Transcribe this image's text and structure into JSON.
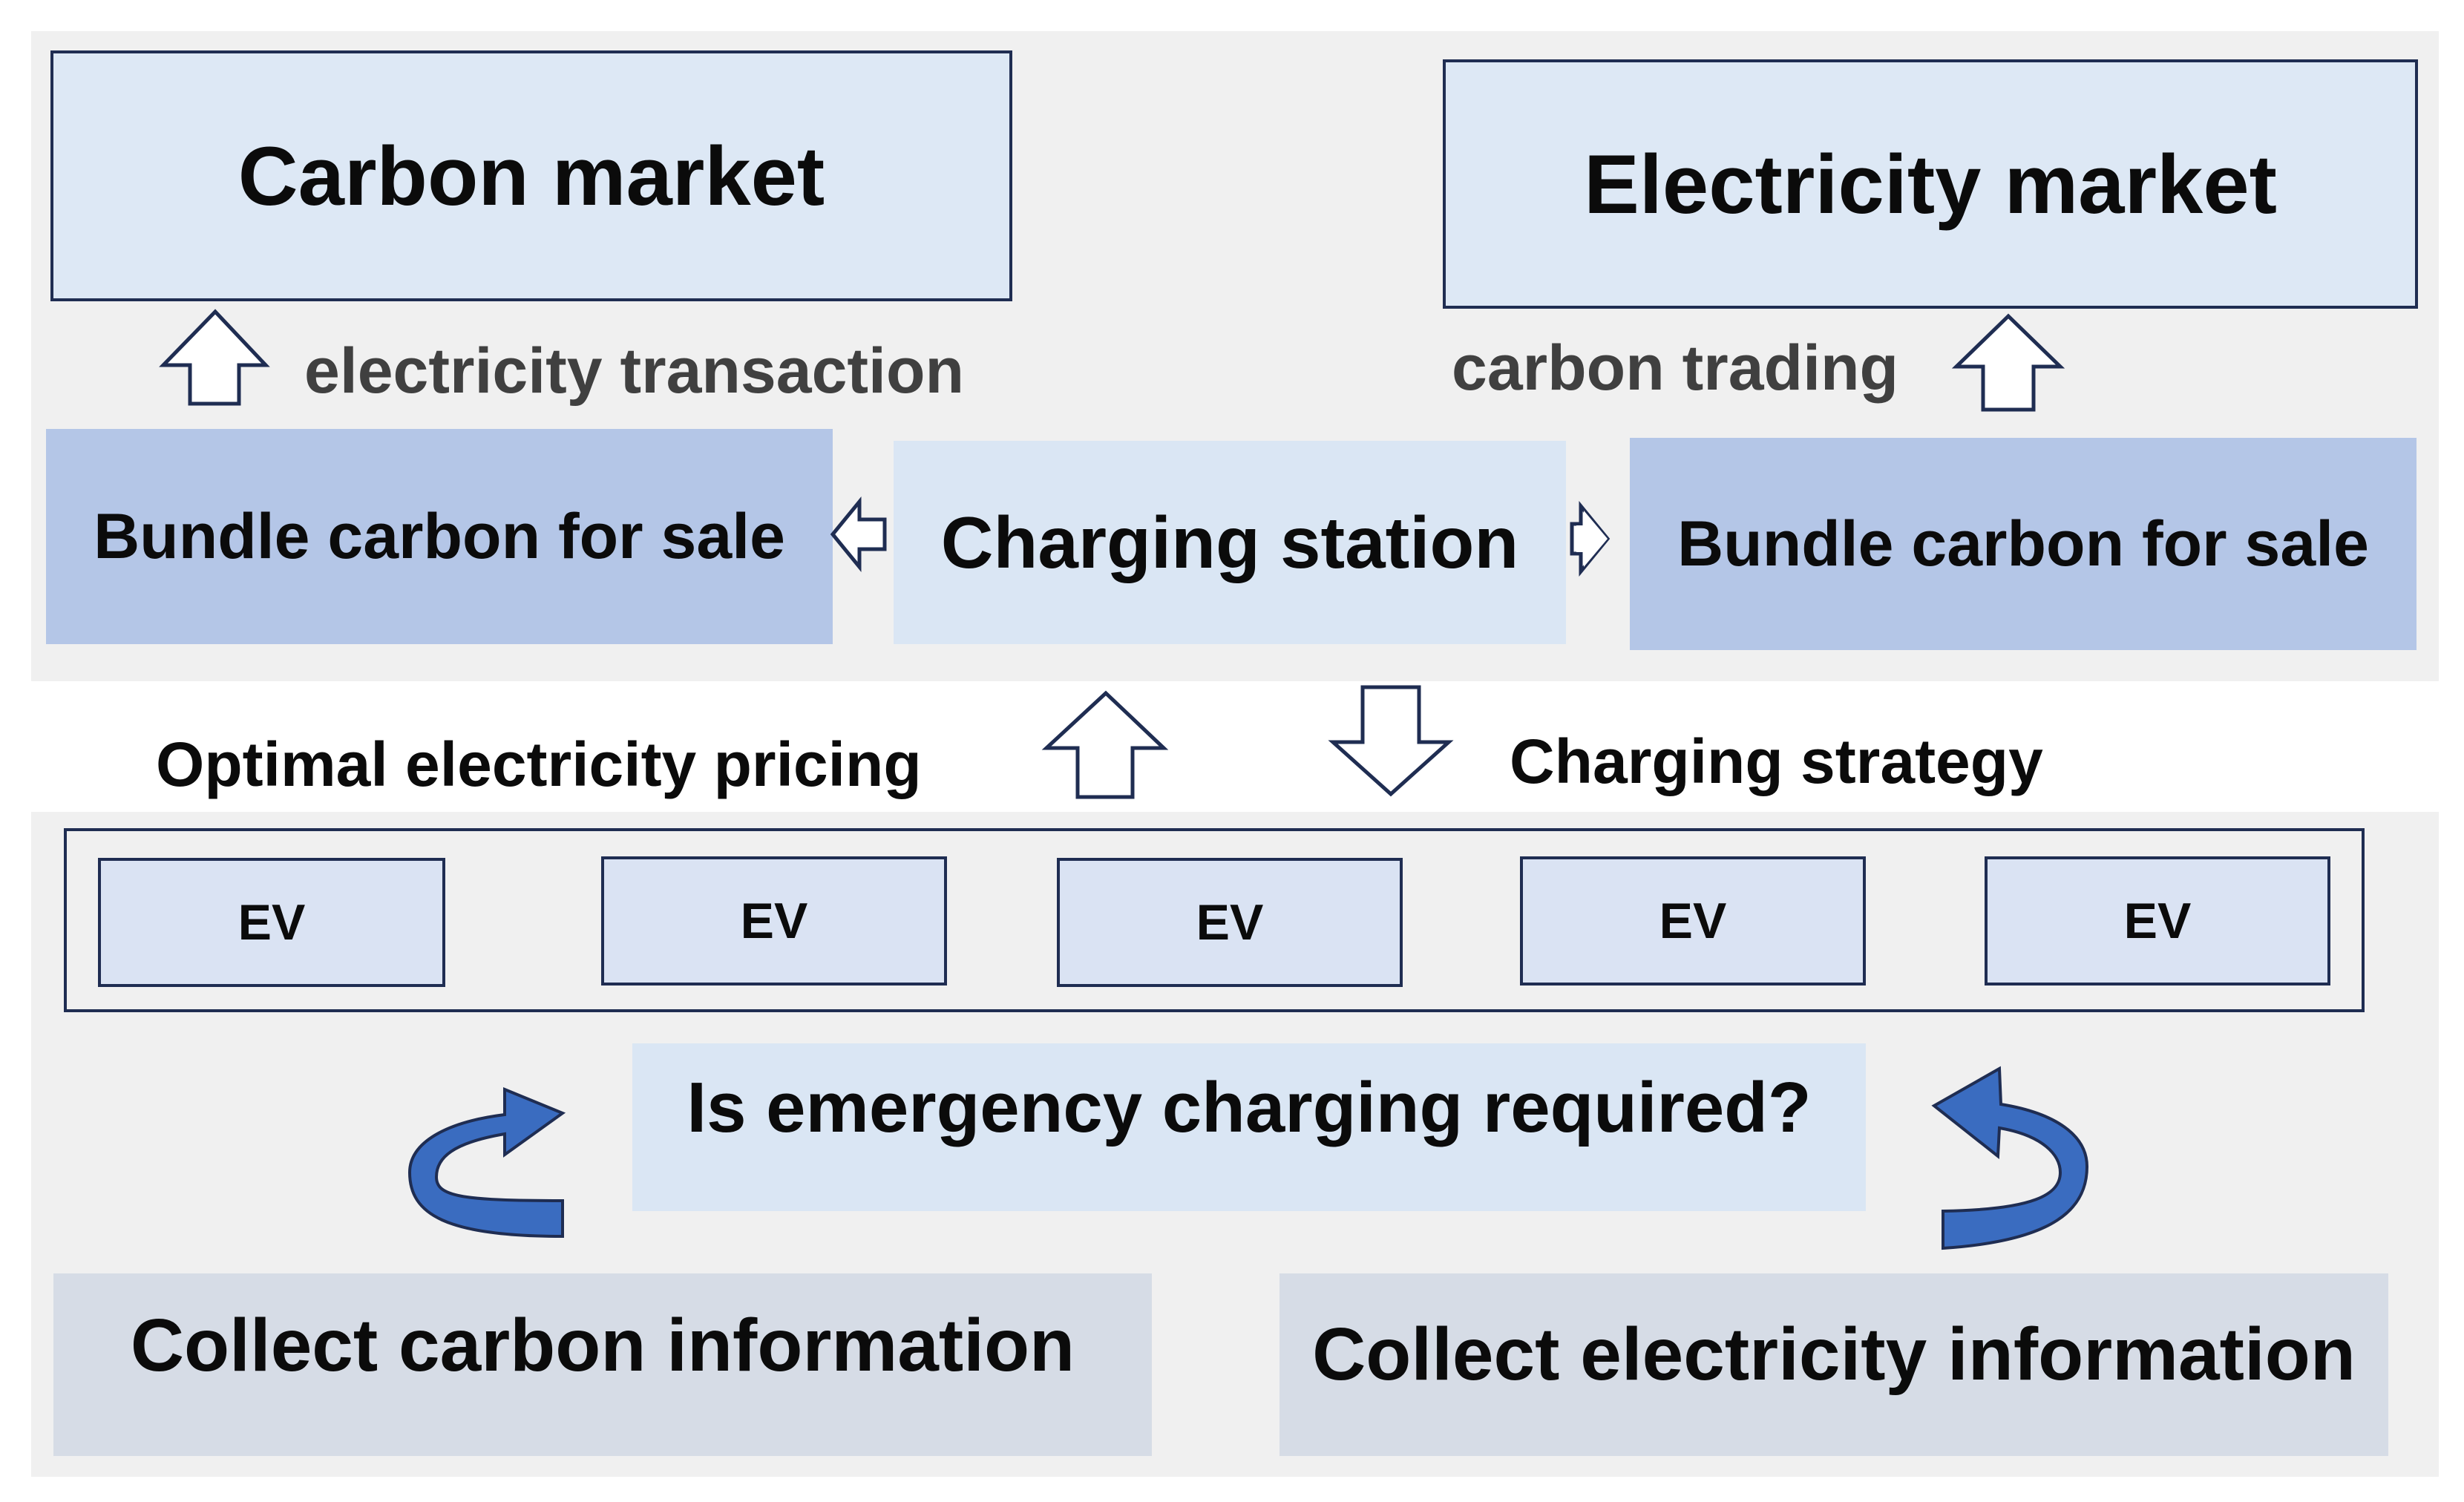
{
  "markets": {
    "carbon": "Carbon market",
    "electricity": "Electricity market"
  },
  "flows": {
    "left_up": "electricity transaction",
    "right_up": "carbon trading",
    "pricing": "Optimal electricity pricing",
    "strategy": "Charging strategy"
  },
  "station": {
    "center": "Charging station",
    "bundle_left": "Bundle carbon for sale",
    "bundle_right": "Bundle carbon for sale"
  },
  "evs": [
    "EV",
    "EV",
    "EV",
    "EV",
    "EV"
  ],
  "question": "Is emergency charging required?",
  "collect": {
    "carbon": "Collect carbon information",
    "electricity": "Collect electricity information"
  },
  "colors": {
    "border": "#1f2d52",
    "curved_arrow": "#3a6cc0",
    "panel_bg": "#f0f0f0"
  },
  "icons": [
    "up-arrow-icon",
    "down-arrow-icon",
    "left-arrow-icon",
    "right-arrow-icon",
    "curved-arrow-icon"
  ]
}
